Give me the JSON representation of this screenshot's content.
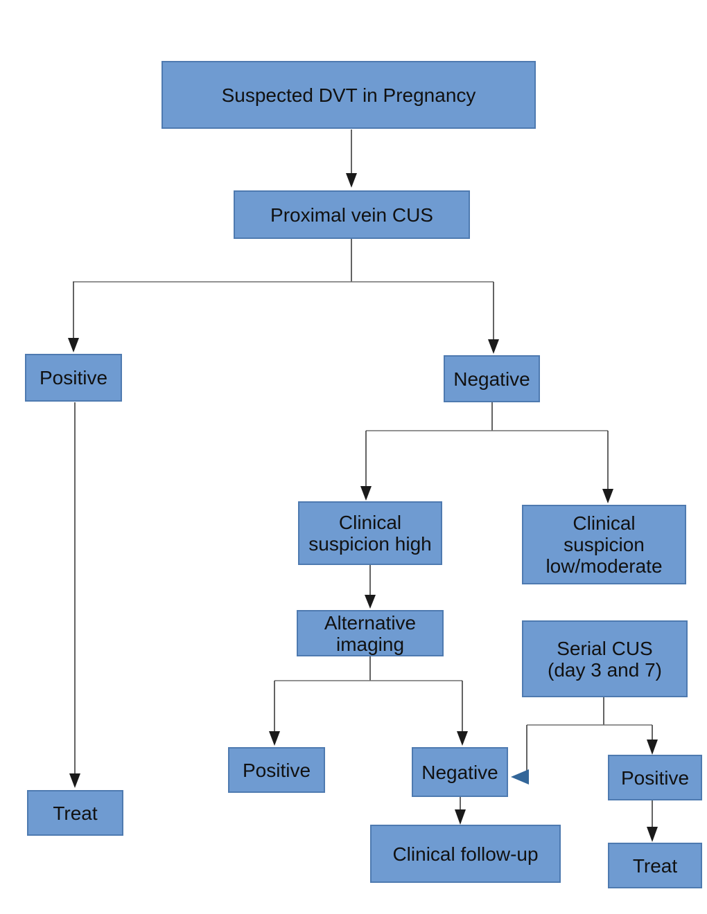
{
  "diagram_type": "clinical-decision-flowchart",
  "colors": {
    "node_fill": "#6f9bd1",
    "node_border": "#4e7ab0",
    "arrow_color": "#1a1a1a",
    "side_arrowhead": "#336699"
  },
  "nodes": {
    "suspected": {
      "lines": [
        "Suspected DVT in Pregnancy"
      ]
    },
    "proximal": {
      "lines": [
        "Proximal vein CUS"
      ]
    },
    "positive_proximal": {
      "lines": [
        "Positive"
      ]
    },
    "negative_proximal": {
      "lines": [
        "Negative"
      ]
    },
    "clinical_high": {
      "lines": [
        "Clinical",
        "suspicion high"
      ]
    },
    "clinical_low": {
      "lines": [
        "Clinical",
        "suspicion",
        "low/moderate"
      ]
    },
    "alt_imaging": {
      "lines": [
        "Alternative",
        "imaging"
      ]
    },
    "serial_cus": {
      "lines": [
        "Serial CUS",
        "(day 3 and 7)"
      ]
    },
    "positive_imaging": {
      "lines": [
        "Positive"
      ]
    },
    "negative_imaging": {
      "lines": [
        "Negative"
      ]
    },
    "positive_serial": {
      "lines": [
        "Positive"
      ]
    },
    "treat_left": {
      "lines": [
        "Treat"
      ]
    },
    "follow_up": {
      "lines": [
        "Clinical follow-up"
      ]
    },
    "treat_right": {
      "lines": [
        "Treat"
      ]
    }
  },
  "edges": [
    {
      "from": "suspected",
      "to": "proximal"
    },
    {
      "from": "proximal",
      "to": "positive_proximal"
    },
    {
      "from": "proximal",
      "to": "negative_proximal"
    },
    {
      "from": "positive_proximal",
      "to": "treat_left"
    },
    {
      "from": "negative_proximal",
      "to": "clinical_high"
    },
    {
      "from": "negative_proximal",
      "to": "clinical_low"
    },
    {
      "from": "clinical_high",
      "to": "alt_imaging"
    },
    {
      "from": "alt_imaging",
      "to": "positive_imaging"
    },
    {
      "from": "alt_imaging",
      "to": "negative_imaging"
    },
    {
      "from": "clinical_low",
      "to": "serial_cus"
    },
    {
      "from": "serial_cus",
      "to": "positive_serial"
    },
    {
      "from": "serial_cus",
      "to": "negative_imaging"
    },
    {
      "from": "negative_imaging",
      "to": "follow_up"
    },
    {
      "from": "positive_serial",
      "to": "treat_right"
    }
  ]
}
